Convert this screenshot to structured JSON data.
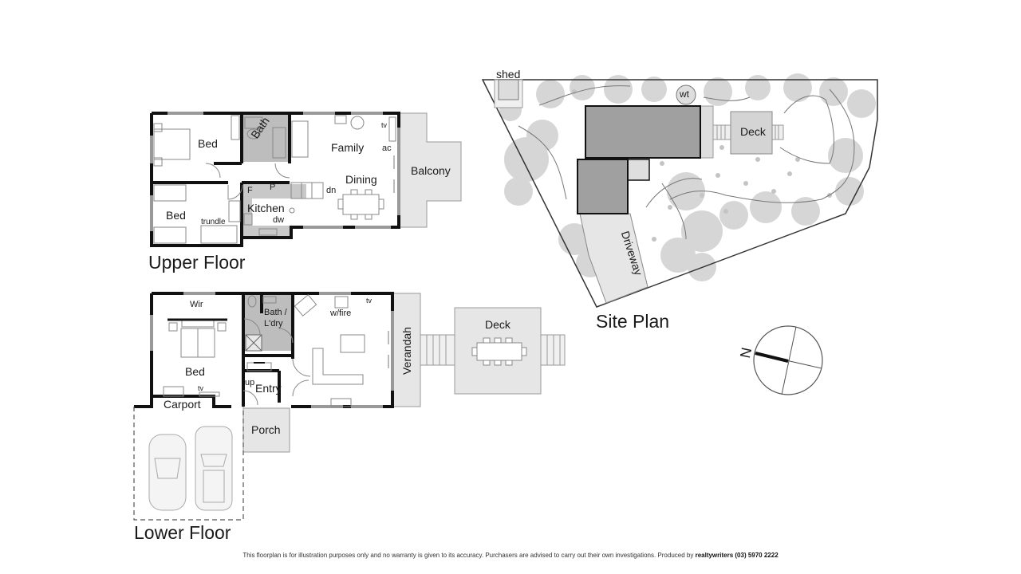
{
  "plans": {
    "upper_floor": {
      "title": "Upper Floor",
      "rooms": {
        "bed1": "Bed",
        "bath": "Bath",
        "family": "Family",
        "tv": "tv",
        "ac": "ac",
        "dining": "Dining",
        "balcony": "Balcony",
        "bed2": "Bed",
        "trundle": "trundle",
        "fridge": "F",
        "pantry": "P",
        "kitchen": "Kitchen",
        "dw": "dw",
        "stairs": "dn"
      }
    },
    "lower_floor": {
      "title": "Lower Floor",
      "rooms": {
        "wir": "Wir",
        "bed": "Bed",
        "tv_bed": "tv",
        "bath_laundry_1": "Bath /",
        "bath_laundry_2": "L'dry",
        "wfire": "w/fire",
        "tv_living": "tv",
        "verandah": "Verandah",
        "deck": "Deck",
        "stairs": "up",
        "entry": "Entry",
        "carport": "Carport",
        "porch": "Porch"
      }
    },
    "site_plan": {
      "title": "Site  Plan",
      "labels": {
        "shed": "shed",
        "water_tank": "wt",
        "deck": "Deck",
        "driveway": "Driveway"
      }
    },
    "compass": {
      "north_label": "N"
    }
  },
  "footer": {
    "disclaimer": "This floorplan is for illustration purposes only and no warranty is given to its accuracy. Purchasers are advised to carry out their own investigations. Produced by",
    "producer": "realtywriters (03) 5970 2222"
  },
  "colors": {
    "wall": "#111111",
    "wet_area": "#bdbdbd",
    "outdoor": "#e6e6e6",
    "building_site": "#a0a0a0",
    "trees": "#c8c8c8"
  }
}
